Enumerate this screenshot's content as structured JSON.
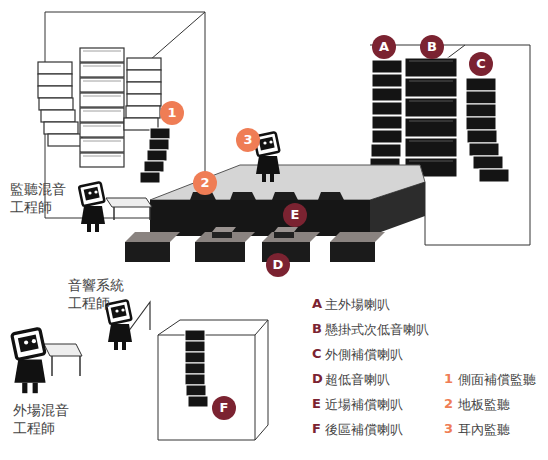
{
  "diagram": {
    "labels": [
      "A",
      "B",
      "C",
      "1",
      "2",
      "3",
      "E",
      "D",
      "F",
      "監聽混音 工程師",
      "音響系統 工程師",
      "外場混音 工程師",
      "A",
      "B",
      "C",
      "D",
      "E",
      "F",
      "1",
      "2",
      "3"
    ],
    "legend": [
      {
        "text": "主外場喇叭"
      },
      {
        "text": "懸掛式次低音喇叭"
      },
      {
        "text": "外側補償喇叭"
      },
      {
        "text": "超低音喇叭"
      },
      {
        "text": "近場補償喇叭"
      },
      {
        "text": "後區補償喇叭"
      },
      {
        "text": "側面補償監聽"
      },
      {
        "text": "地板監聽"
      },
      {
        "text": "耳內監聽"
      }
    ]
  }
}
